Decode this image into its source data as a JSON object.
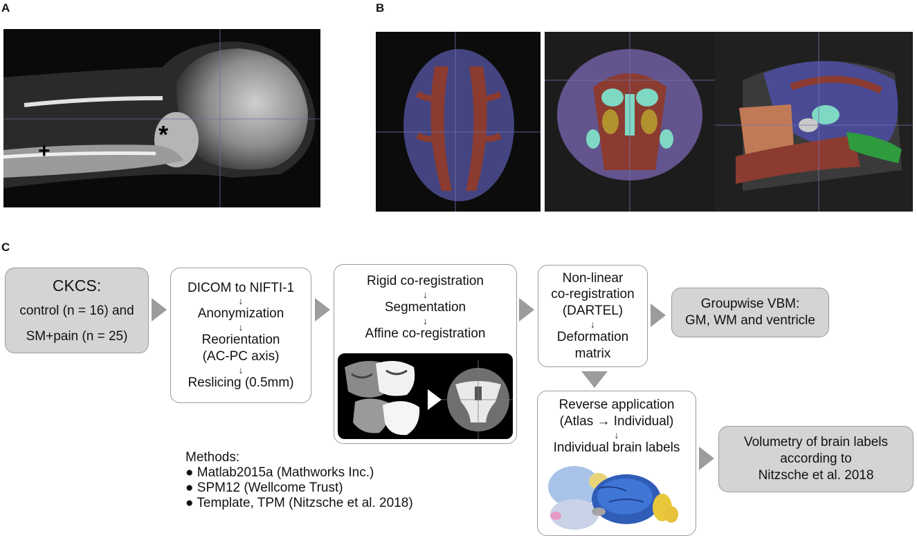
{
  "panels": {
    "a": "A",
    "b": "B",
    "c": "C"
  },
  "panel_a": {
    "plus_marker": "+",
    "asterisk_marker": "*"
  },
  "flow": {
    "box1": {
      "title": "CKCS:",
      "line1": "control (n = 16) and",
      "line2": "SM+pain (n = 25)"
    },
    "box2": {
      "s1": "DICOM to NIFTI-1",
      "s2": "Anonymization",
      "s3": "Reorientation",
      "s3b": "(AC-PC axis)",
      "s4": "Reslicing (0.5mm)"
    },
    "box3": {
      "s1": "Rigid co-registration",
      "s2": "Segmentation",
      "s3": "Affine co-registration"
    },
    "box4": {
      "s1": "Non-linear",
      "s1b": "co-registration",
      "s1c": "(DARTEL)",
      "s2": "Deformation",
      "s2b": "matrix"
    },
    "box5": {
      "l1": "Groupwise VBM:",
      "l2": "GM, WM and ventricle"
    },
    "box6": {
      "l1": "Reverse application",
      "l2": "(Atlas → Individual)",
      "l3": "Individual brain labels"
    },
    "box7": {
      "l1": "Volumetry of brain labels",
      "l2": "according to",
      "l3": "Nitzsche et al. 2018"
    },
    "arrow_glyph": "↓"
  },
  "methods": {
    "heading": "Methods:",
    "bullet": "●",
    "items": [
      "Matlab2015a (Mathworks Inc.)",
      "SPM12  (Wellcome Trust)",
      "Template, TPM (Nitzsche et al. 2018)"
    ]
  },
  "colors": {
    "box_grey": "#d4d4d4",
    "box_border": "#9a9a9a",
    "connector": "#9c9c9c"
  }
}
